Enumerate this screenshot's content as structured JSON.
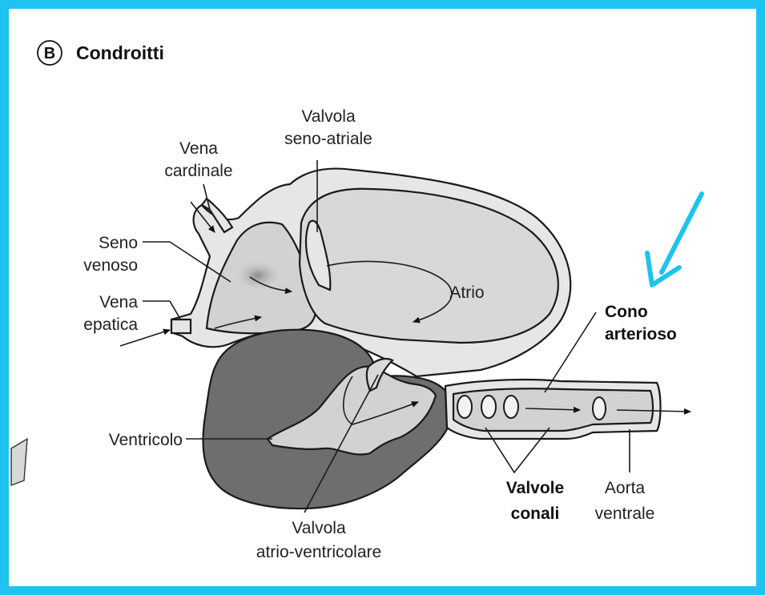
{
  "panel": {
    "letter": "B",
    "title": "Condroitti"
  },
  "labels": {
    "valvola_seno_atriale": [
      "Valvola",
      "seno-atriale"
    ],
    "vena_cardinale": [
      "Vena",
      "cardinale"
    ],
    "seno_venoso": [
      "Seno",
      "venoso"
    ],
    "vena_epatica": [
      "Vena",
      "epatica"
    ],
    "atrio": "Atrio",
    "cono_arterioso": [
      "Cono",
      "arterioso"
    ],
    "ventricolo": "Ventricolo",
    "valvole_conali": [
      "Valvole",
      "conali"
    ],
    "aorta_ventrale": [
      "Aorta",
      "ventrale"
    ],
    "valvola_atrio_ventricolare": [
      "Valvola",
      "atrio-ventricolare"
    ]
  },
  "colors": {
    "frame": "#1fc3ef",
    "highlight_arrow": "#1fc3ef",
    "outer_tissue": "#e6e6e6",
    "lumen": "#d2d2d2",
    "ventricle": "#6e6e6e"
  },
  "annotations": {
    "highlight": "arrow-pointing-to-cono-arterioso"
  }
}
